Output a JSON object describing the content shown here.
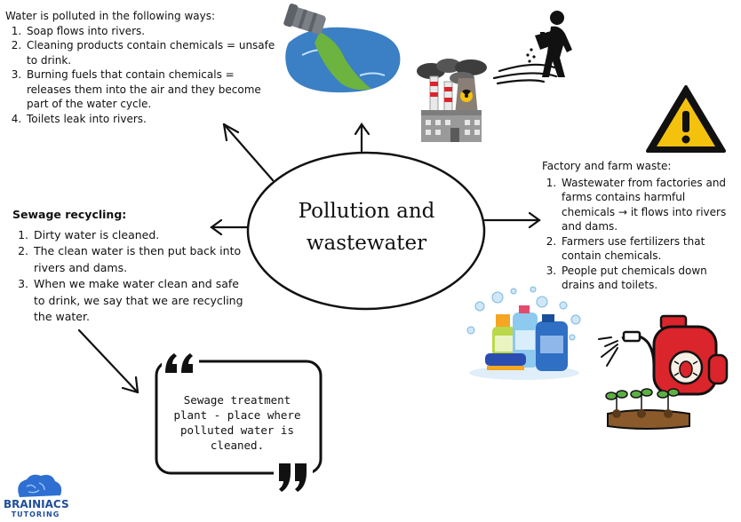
{
  "center": {
    "line1": "Pollution and",
    "line2": "wastewater"
  },
  "top_left": {
    "heading": "Water is polluted in the following ways:",
    "items": [
      "Soap flows into rivers.",
      "Cleaning products contain chemicals = unsafe to drink.",
      "Burning fuels that contain chemicals = releases them into the air and they become part of the water cycle.",
      "Toilets leak into rivers."
    ]
  },
  "right": {
    "heading": "Factory and farm waste:",
    "items": [
      "Wastewater from factories and farms contains harmful chemicals → it flows into rivers and dams.",
      "Farmers use fertilizers that contain chemicals.",
      "People put chemicals down drains and toilets."
    ]
  },
  "left": {
    "heading": "Sewage recycling:",
    "items": [
      "Dirty water is cleaned.",
      "The clean water is then put back into rivers and dams.",
      "When we make water clean and safe to drink, we say that we are recycling the water."
    ]
  },
  "quote": {
    "text": "Sewage treatment plant - place where polluted water is cleaned."
  },
  "brand": {
    "name": "BRAINIACS",
    "tagline": "TUTORING"
  },
  "icons": [
    "polluted-pond-icon",
    "factory-smoke-icon",
    "person-pouring-chemicals-icon",
    "warning-sign-icon",
    "cleaning-products-icon",
    "pesticide-sprayer-icon",
    "brain-logo-icon"
  ],
  "colors": {
    "warning_yellow": "#f4c20d",
    "water_blue": "#3b7fc4",
    "sludge_green": "#6db33f",
    "sprayer_red": "#d9252b",
    "brand_blue": "#1f4e9c"
  }
}
